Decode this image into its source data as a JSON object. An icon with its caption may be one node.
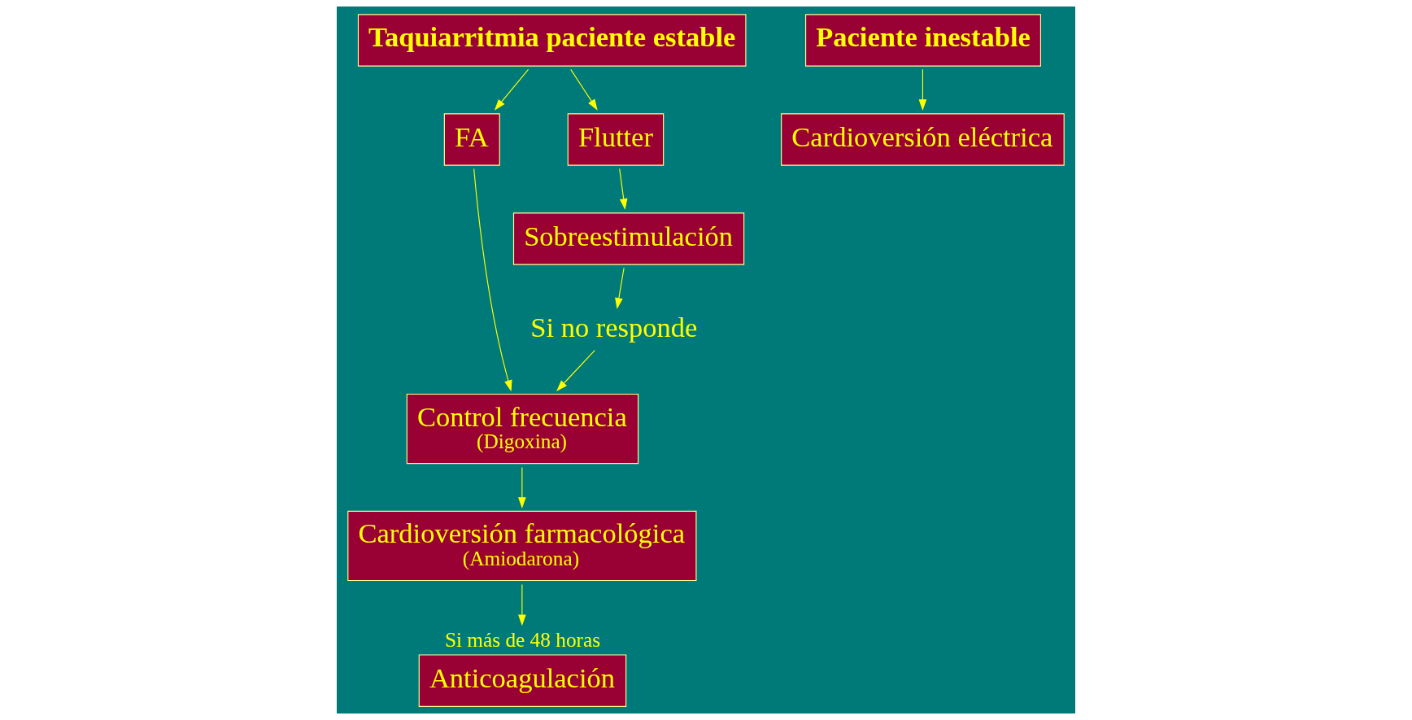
{
  "diagram": {
    "nodes": [
      {
        "text": [
          "Taquiarritmia paciente estable"
        ]
      },
      {
        "text": [
          "Paciente inestable"
        ]
      },
      {
        "text": [
          "FA"
        ]
      },
      {
        "text": [
          "Flutter"
        ]
      },
      {
        "text": [
          "Cardioversión eléctrica"
        ]
      },
      {
        "text": [
          "Control frecuencia",
          "(Digoxina)"
        ]
      },
      {
        "text": [
          "Sobreestimulación"
        ]
      },
      {
        "text": [
          "Si no responde"
        ]
      },
      {
        "text": [
          "Cardioversión farmacológica",
          "(Amiodarona)"
        ]
      },
      {
        "text": [
          "Anticoagulación"
        ],
        "beside": [
          "Si más de 48 horas"
        ]
      }
    ],
    "edges": [
      {
        "from": 0,
        "to": 2,
        "arrow": "to"
      },
      {
        "from": 0,
        "to": 3,
        "arrow": "to"
      },
      {
        "from": 1,
        "to": 4,
        "arrow": "to"
      },
      {
        "from": 2,
        "to": 5,
        "arrow": "to"
      },
      {
        "from": 3,
        "to": 6,
        "arrow": "to"
      },
      {
        "from": 6,
        "to": 7,
        "arrow": "to"
      },
      {
        "from": 7,
        "to": 5,
        "arrow": "to"
      },
      {
        "from": 5,
        "to": 8,
        "arrow": "to"
      },
      {
        "from": 8,
        "to": 9,
        "arrow": "to"
      }
    ]
  }
}
